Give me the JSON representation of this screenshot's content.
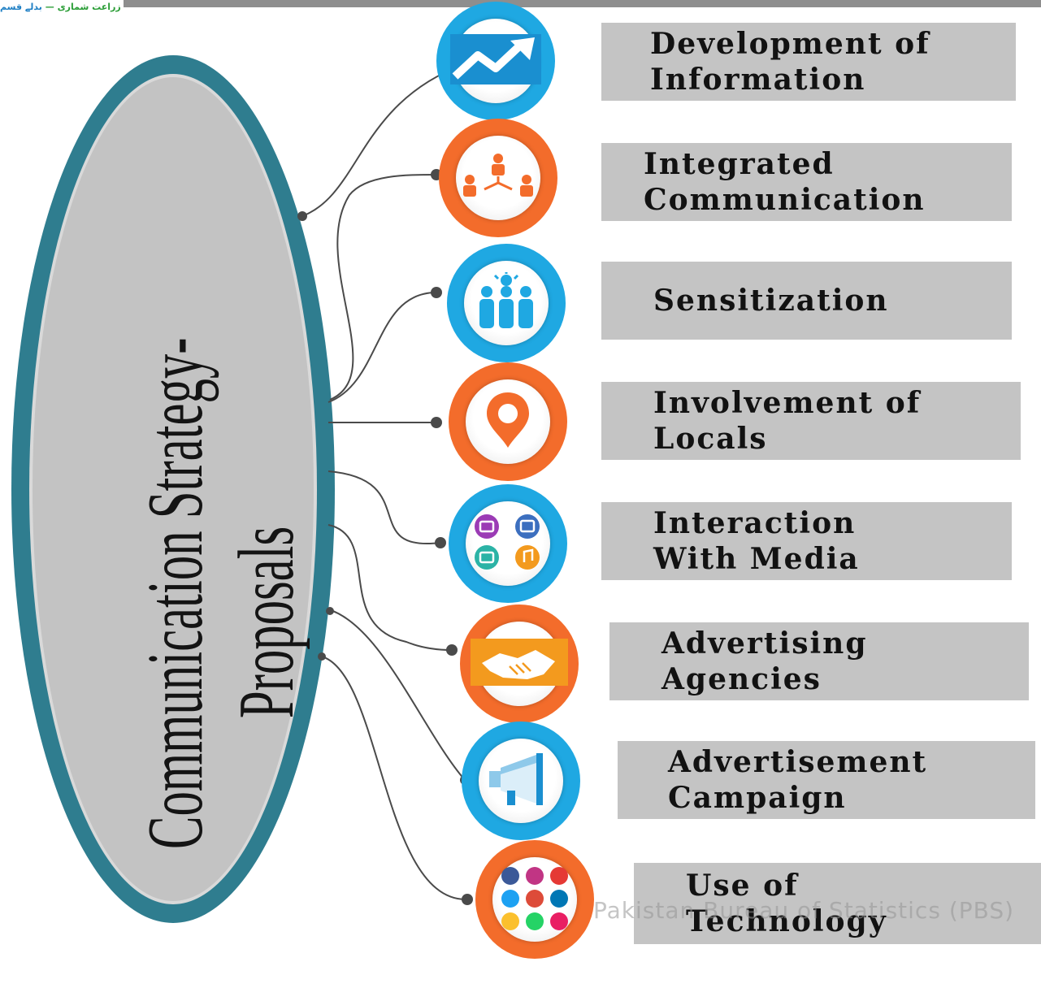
{
  "header": {
    "caption_part1": "زراعت شماری — ",
    "caption_part2": "بدلے قسم"
  },
  "center": {
    "line1": "Communication Strategy-",
    "line2": "Proposals"
  },
  "items": [
    {
      "label": "Development of\nInformation",
      "ring": "blue",
      "icon": "chart-trend-icon"
    },
    {
      "label": "Integrated\nCommunication",
      "ring": "orange",
      "icon": "people-network-icon"
    },
    {
      "label": "Sensitization",
      "ring": "blue",
      "icon": "crowd-icon"
    },
    {
      "label": "Involvement of\nLocals",
      "ring": "orange",
      "icon": "location-pin-icon"
    },
    {
      "label": "Interaction\nWith Media",
      "ring": "blue",
      "icon": "media-apps-icon"
    },
    {
      "label": "Advertising\nAgencies",
      "ring": "orange",
      "icon": "handshake-icon"
    },
    {
      "label": "Advertisement\nCampaign",
      "ring": "blue",
      "icon": "megaphone-icon"
    },
    {
      "label": "Use of\nTechnology",
      "ring": "orange",
      "icon": "social-apps-icon"
    }
  ],
  "watermark": "Pakistan Bureau of Statistics (PBS)",
  "colors": {
    "ring_blue": "#1fa8e2",
    "ring_orange": "#f36c2b",
    "ellipse_border": "#2f7d8f",
    "card_gray": "#c4c4c4"
  }
}
